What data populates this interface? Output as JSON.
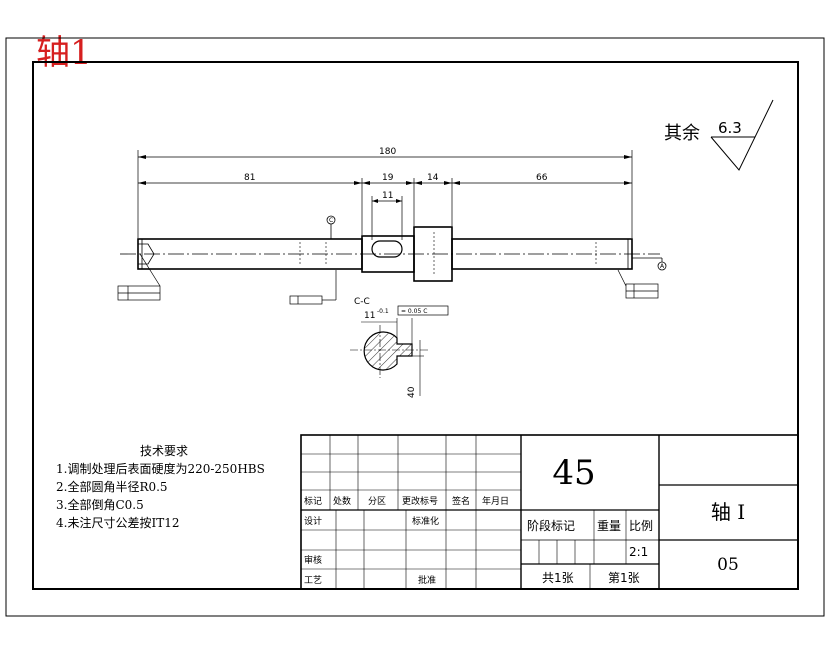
{
  "title": "轴1",
  "roughness": {
    "label": "其余",
    "value": "6.3"
  },
  "dimensions": {
    "overall": "180",
    "seg1": "81",
    "seg2": "19",
    "seg3": "14",
    "seg4": "66",
    "keyway_length": "11"
  },
  "section": {
    "label": "C-C",
    "width_dim": "11",
    "width_tol": "-0.1",
    "tolerance_frame": "= 0.05 C",
    "diameter": "40"
  },
  "datums": [
    "C",
    "A"
  ],
  "tech": {
    "heading": "技术要求",
    "items": [
      "1.调制处理后表面硬度为220-250HBS",
      "2.全部圆角半径R0.5",
      "3.全部倒角C0.5",
      "4.未注尺寸公差按IT12"
    ]
  },
  "title_block": {
    "material": "45",
    "part_name": "轴 I",
    "drawing_no": "05",
    "headers": [
      "标记",
      "处数",
      "分区",
      "更改标号",
      "签名",
      "年月日"
    ],
    "roles": {
      "design": "设计",
      "standard": "标准化",
      "review": "审核",
      "process": "工艺",
      "approve": "批准"
    },
    "stage": "阶段标记",
    "weight": "重量",
    "scale_label": "比例",
    "scale": "2:1",
    "sheets_total": "共1张",
    "sheet_no": "第1张"
  }
}
